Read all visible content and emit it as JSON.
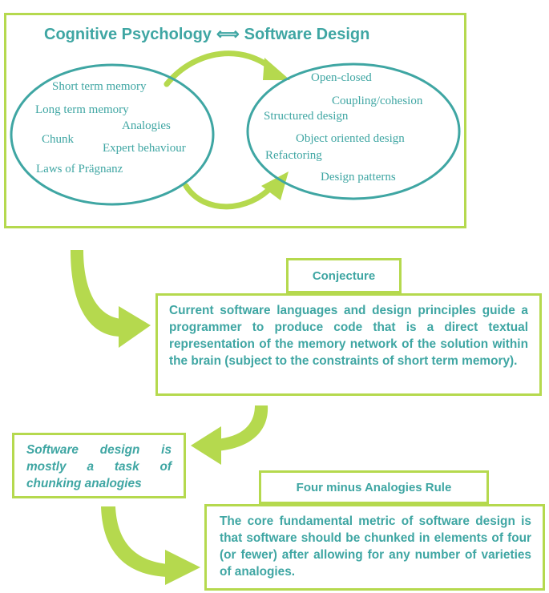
{
  "header": {
    "left": "Cognitive Psychology",
    "symbol": "⟺",
    "right": "Software Design"
  },
  "cognitive": [
    "Short term memory",
    "Long term memory",
    "Analogies",
    "Chunk",
    "Expert behaviour",
    "Laws of Prägnanz"
  ],
  "software": [
    "Open-closed",
    "Coupling/cohesion",
    "Structured design",
    "Object oriented design",
    "Refactoring",
    "Design patterns"
  ],
  "conjecture": {
    "label": "Conjecture",
    "text": "Current software languages and design principles guide a programmer to produce code that is a direct textual representation of the memory network of the solution within the brain (subject to the constraints of short term memory)."
  },
  "chunking": {
    "text": "Software design is mostly a task of chunking analogies"
  },
  "rule": {
    "label": "Four minus Analogies Rule",
    "text": "The core fundamental metric of software design is that software should be chunked in elements of four (or fewer) after allowing for any number of varieties of analogies."
  },
  "colors": {
    "teal": "#3fa6a3",
    "green": "#b5d94e"
  }
}
